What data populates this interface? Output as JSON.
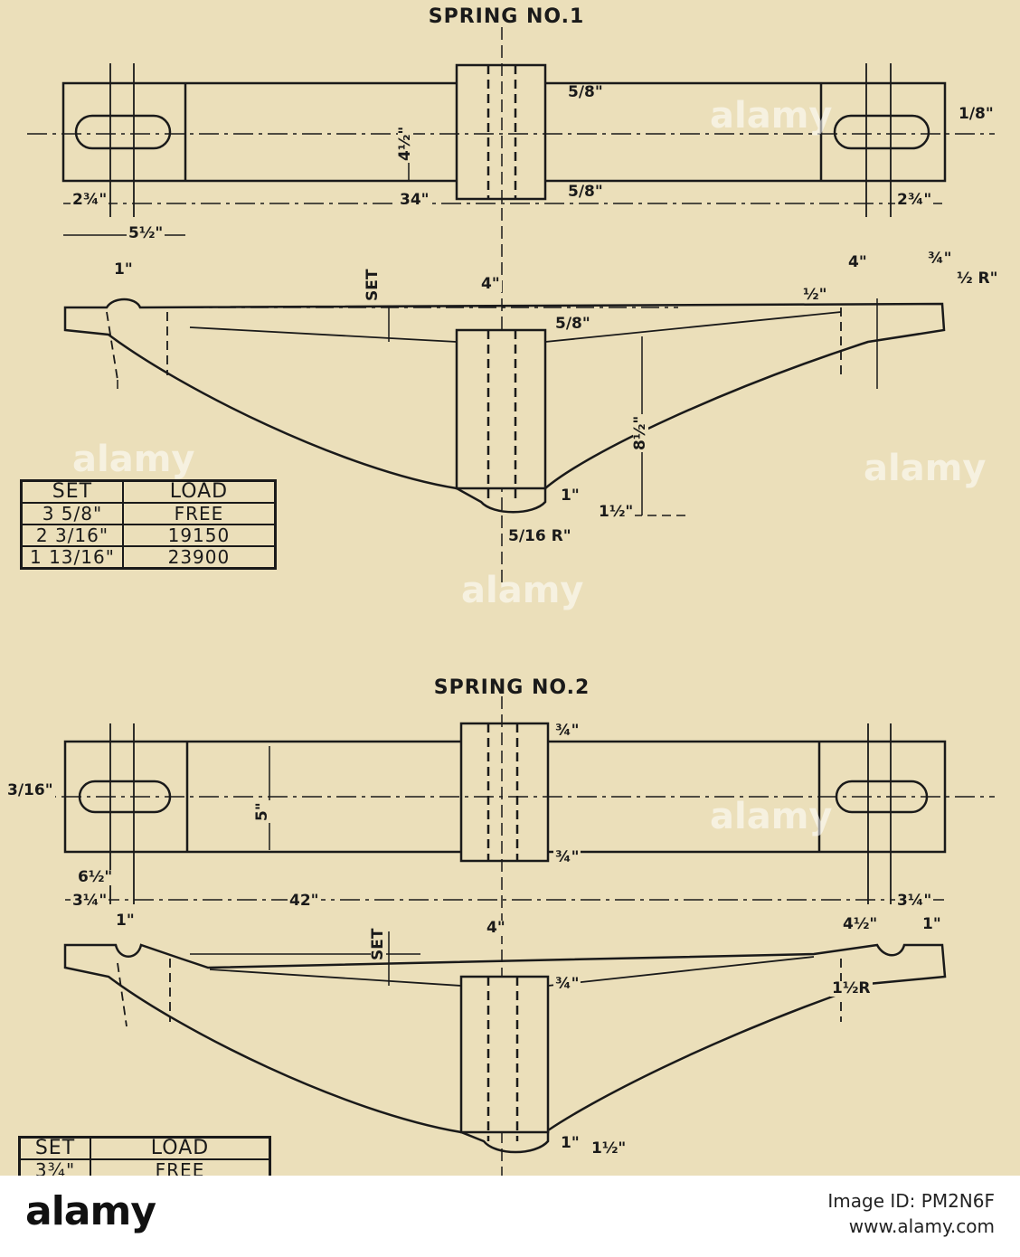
{
  "spring1": {
    "title": "SPRING NO.1",
    "dims": {
      "length": "34\"",
      "end_offset": "2¾\"",
      "slot_span": "5½\"",
      "slot_width": "1\"",
      "band_width": "4\"",
      "leaf_depth": "4½\"",
      "band_overhang": "5/8\"",
      "slot_height": "1/8\"",
      "set": "SET",
      "depth": "8½\"",
      "eye_offset": "4\"",
      "eye_small": "¾\"",
      "eye_radius": "½ R\"",
      "half": "½\"",
      "tip": "1\"",
      "tip2": "1½\"",
      "bottom_radius": "5/16 R\""
    },
    "table": {
      "headers": [
        "SET",
        "LOAD"
      ],
      "rows": [
        [
          "3 5/8\"",
          "FREE"
        ],
        [
          "2 3/16\"",
          "19150"
        ],
        [
          "1 13/16\"",
          "23900"
        ]
      ]
    }
  },
  "spring2": {
    "title": "SPRING NO.2",
    "dims": {
      "length": "42\"",
      "slot_span": "6½\"",
      "end_offset": "3¼\"",
      "slot_width": "1\"",
      "band_width": "4\"",
      "leaf_depth": "5\"",
      "band_overhang": "¾\"",
      "slot_height": "3/16\"",
      "set": "SET",
      "eye_offset": "4½\"",
      "eye_radius": "1½R",
      "tip": "1\"",
      "tip2": "1½\""
    },
    "table": {
      "headers": [
        "SET",
        "LOAD"
      ],
      "rows": [
        [
          "3¾\"",
          "FREE"
        ]
      ]
    }
  },
  "watermark": "alamy",
  "footer": {
    "logo": "alamy",
    "image_id": "Image ID: PM2N6F",
    "site": "www.alamy.com"
  }
}
